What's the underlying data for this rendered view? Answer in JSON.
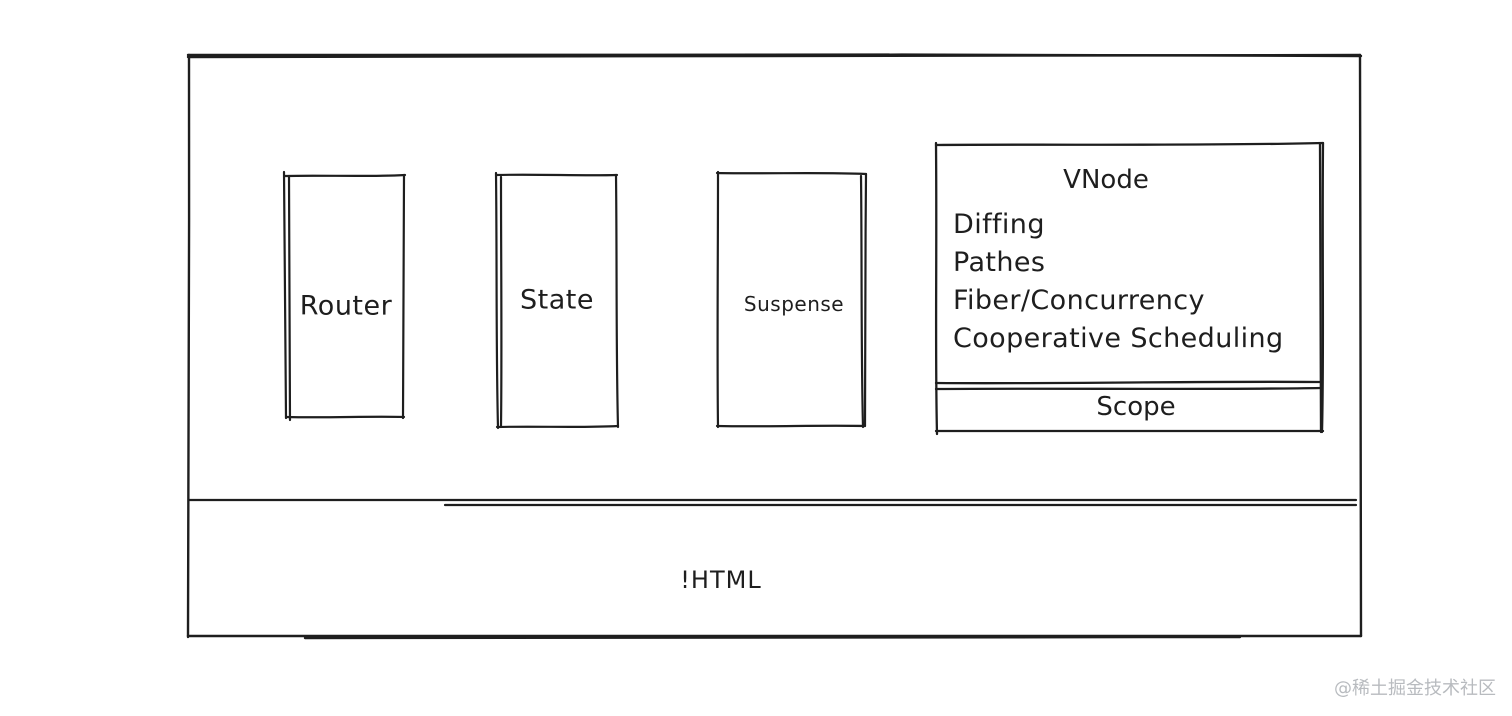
{
  "diagram": {
    "modules": [
      {
        "label": "Router"
      },
      {
        "label": "State"
      },
      {
        "label": "Suspense"
      }
    ],
    "vnode": {
      "title": "VNode",
      "features": [
        "Diffing",
        "Pathes",
        "Fiber/Concurrency",
        "Cooperative Scheduling"
      ],
      "scope": "Scope"
    },
    "base": {
      "label": "!HTML"
    }
  },
  "watermark": "@稀土掘金技术社区"
}
